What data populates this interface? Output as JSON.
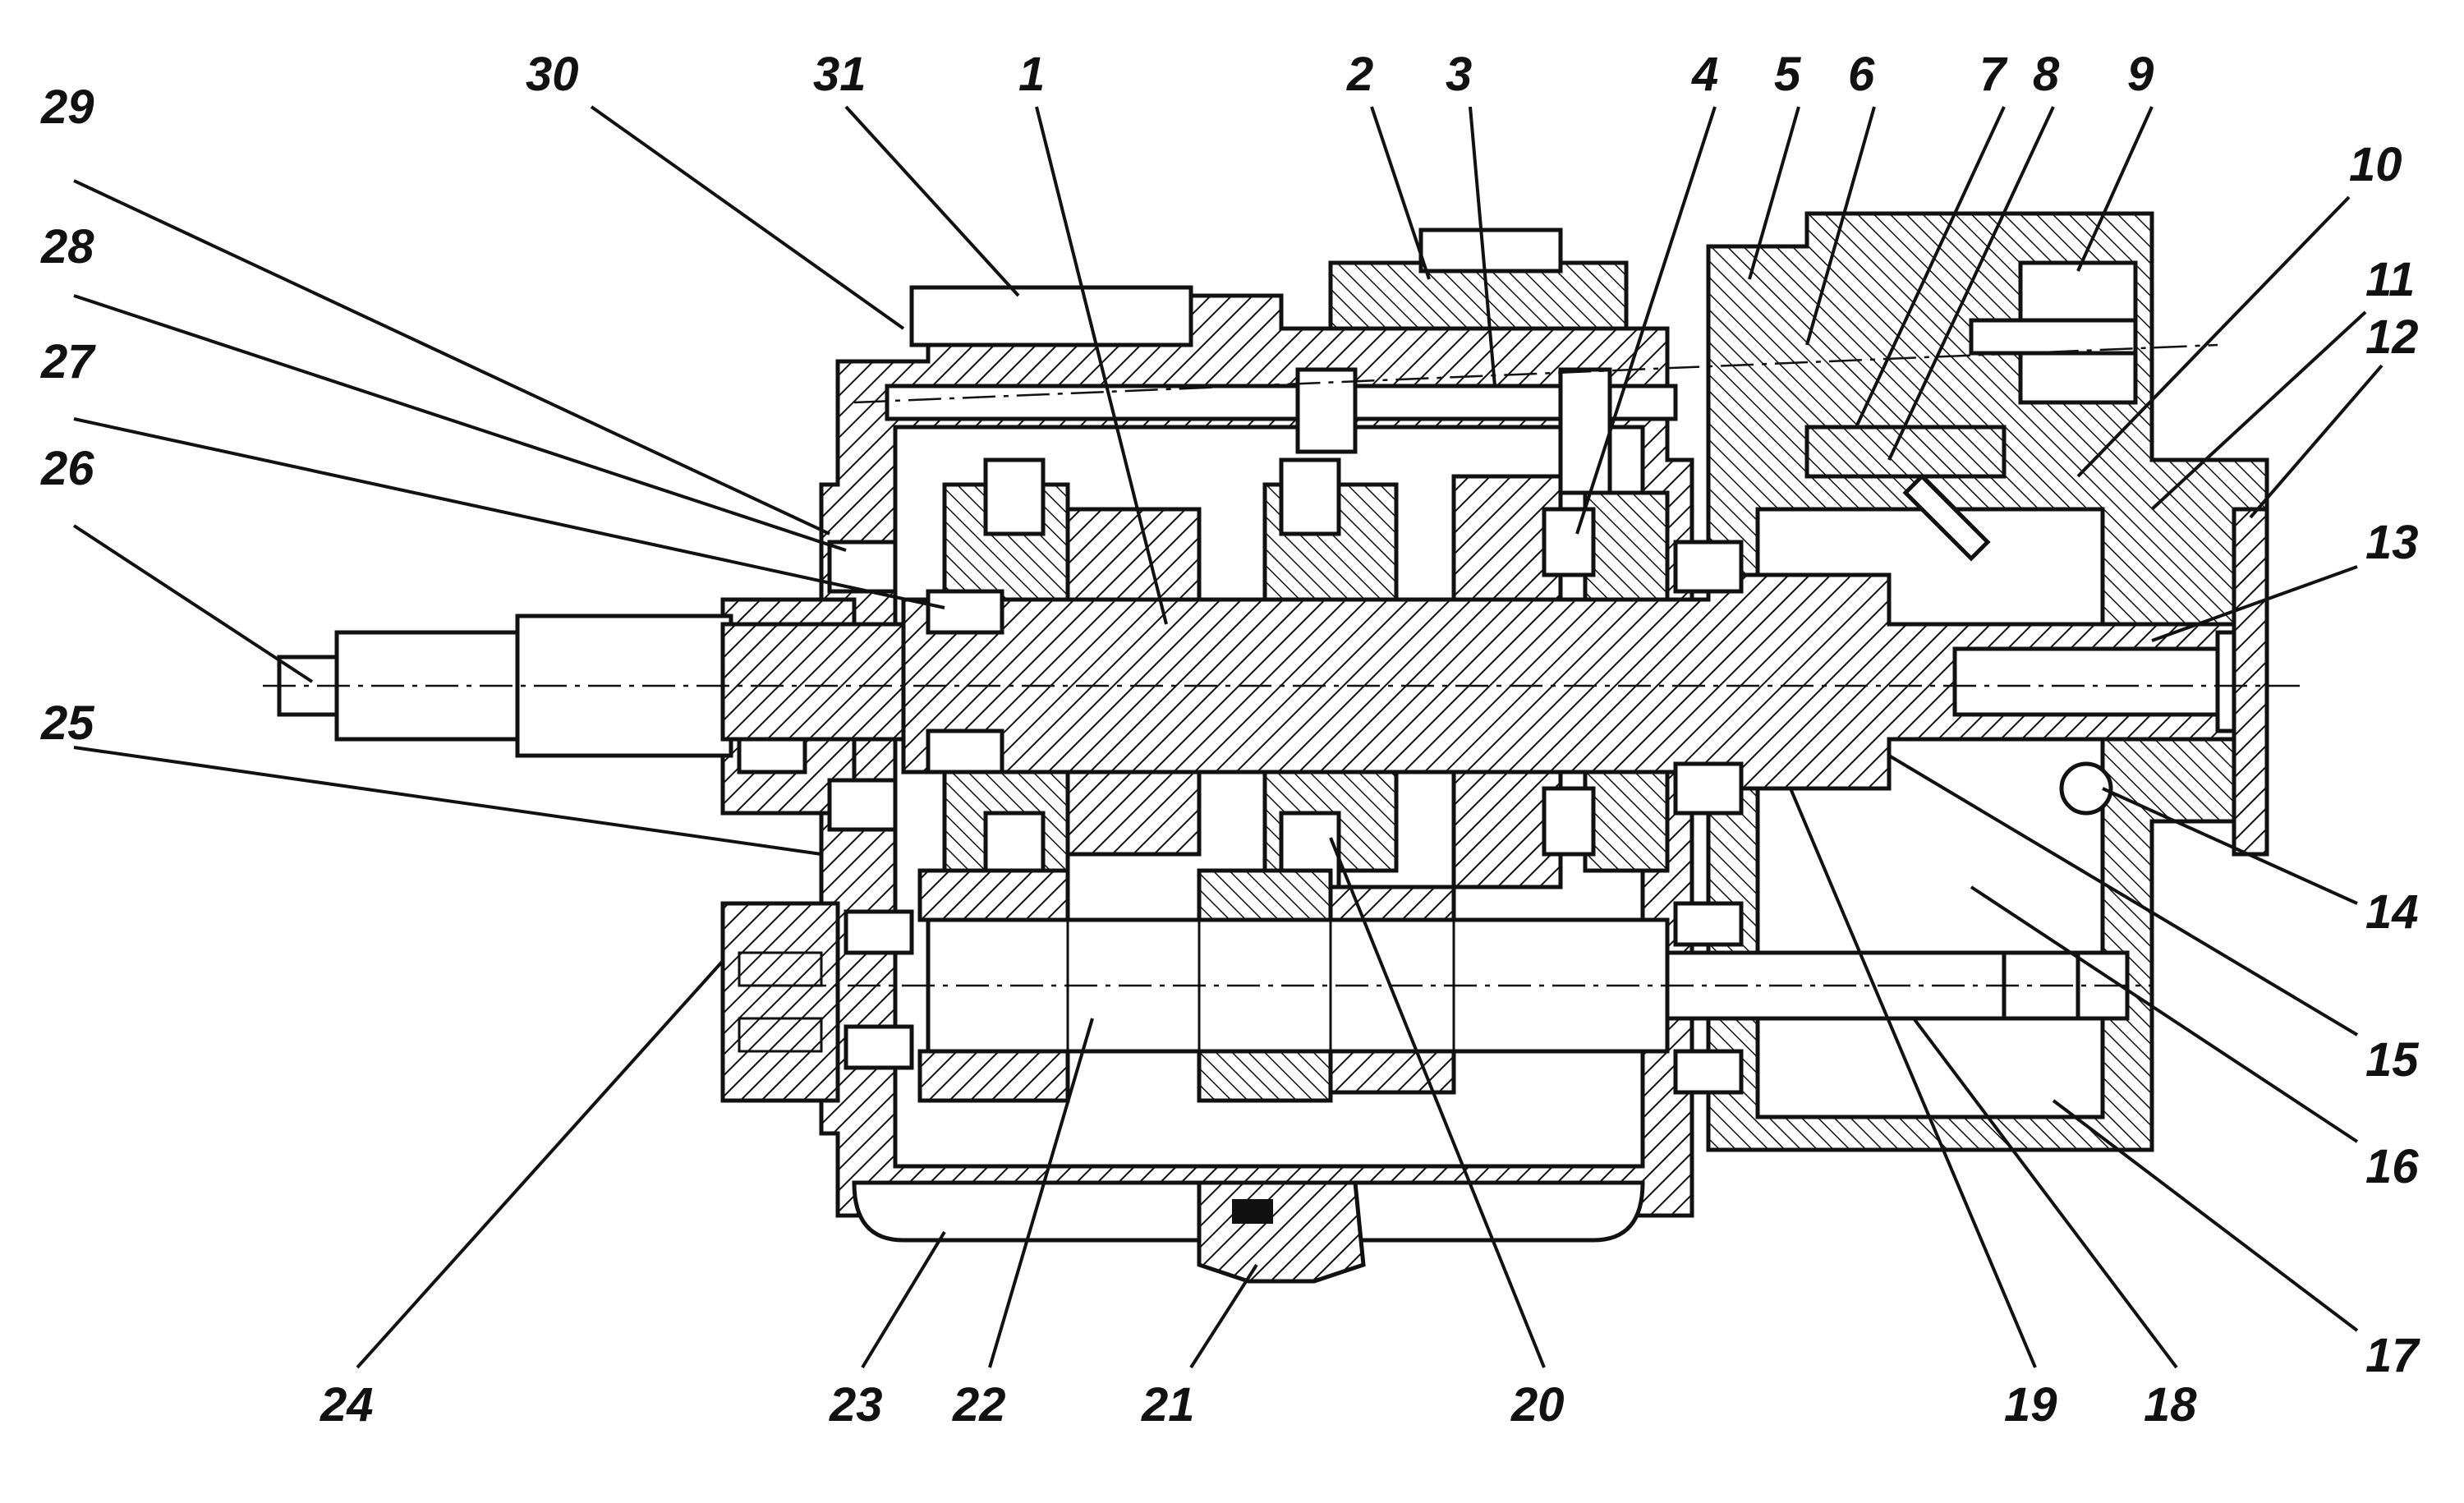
{
  "diagram": {
    "colors": {
      "ink": "#111111",
      "paper": "#ffffff",
      "hatch": "#111111"
    },
    "callouts": [
      "1",
      "2",
      "3",
      "4",
      "5",
      "6",
      "7",
      "8",
      "9",
      "10",
      "11",
      "12",
      "13",
      "14",
      "15",
      "16",
      "17",
      "18",
      "19",
      "20",
      "21",
      "22",
      "23",
      "24",
      "25",
      "26",
      "27",
      "28",
      "29",
      "30",
      "31"
    ]
  }
}
